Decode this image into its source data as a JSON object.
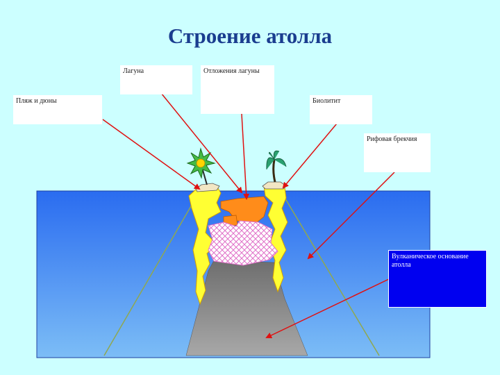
{
  "title": "Строение атолла",
  "labels": {
    "lagoon": "Лагуна",
    "lagoon_sediments": "Отложения лагуны",
    "beach_dunes": "Пляж и дюны",
    "biolith": "Биолитит",
    "reef_breccia": "Рифовая брекчия",
    "volcanic_base": "Вулканическое основание атолла"
  },
  "colors": {
    "background": "#ccffff",
    "sea_top": "#2a6cf0",
    "sea_bottom": "#6fb4f4",
    "reef": "#ffff33",
    "lagoon_sediment": "#ff8c1a",
    "volcano": "#8c8c8c",
    "arrow": "#e01010",
    "title": "#1a3d8f"
  }
}
